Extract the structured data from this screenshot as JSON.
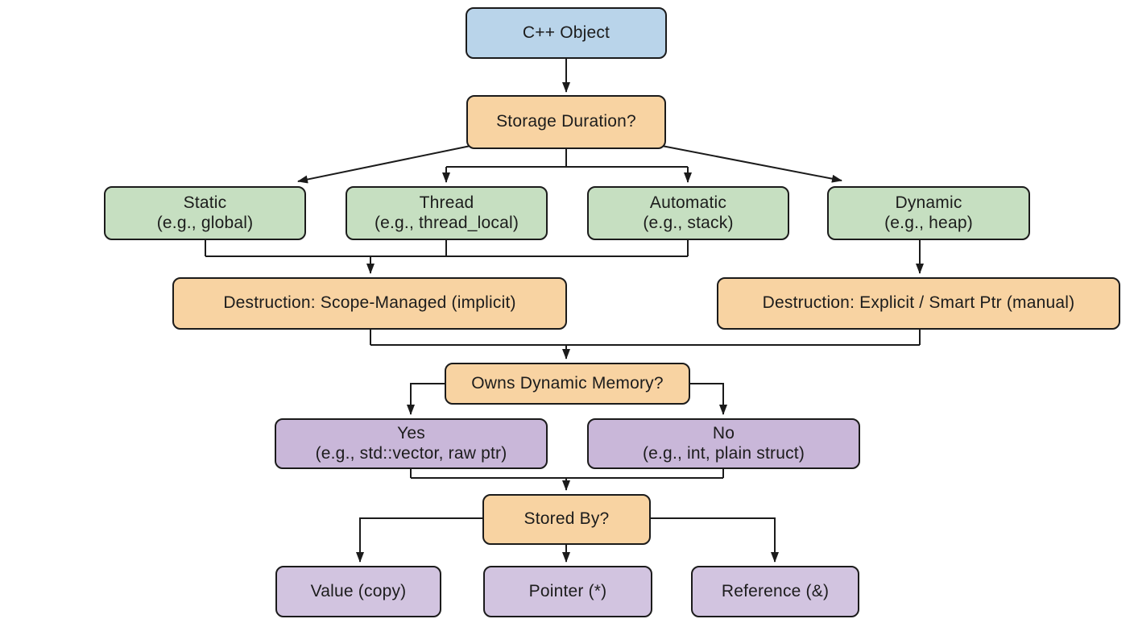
{
  "diagram": {
    "type": "flowchart",
    "topic": "C++ object storage duration, destruction and storage decision tree",
    "colors": {
      "root_fill": "#b9d4ea",
      "decision_fill": "#f8d3a2",
      "storage_fill": "#c6dfc1",
      "ownership_fill": "#c9b7d9",
      "storedby_fill": "#d2c4e0",
      "border": "#1b1b1b",
      "line": "#1b1b1b",
      "background": "#ffffff"
    },
    "nodes": {
      "cpp_object": {
        "label": "C++ Object"
      },
      "storage_duration": {
        "label": "Storage Duration?"
      },
      "static": {
        "title": "Static",
        "subtitle": "(e.g., global)"
      },
      "thread": {
        "title": "Thread",
        "subtitle": "(e.g., thread_local)"
      },
      "automatic": {
        "title": "Automatic",
        "subtitle": "(e.g., stack)"
      },
      "dynamic": {
        "title": "Dynamic",
        "subtitle": "(e.g., heap)"
      },
      "destruction_scope": {
        "label": "Destruction: Scope-Managed (implicit)"
      },
      "destruction_explicit": {
        "label": "Destruction: Explicit / Smart Ptr (manual)"
      },
      "owns_dynamic_memory": {
        "label": "Owns Dynamic Memory?"
      },
      "yes": {
        "title": "Yes",
        "subtitle": "(e.g., std::vector, raw ptr)"
      },
      "no": {
        "title": "No",
        "subtitle": "(e.g., int, plain struct)"
      },
      "stored_by": {
        "label": "Stored By?"
      },
      "value": {
        "label": "Value (copy)"
      },
      "pointer": {
        "label": "Pointer (*)"
      },
      "reference": {
        "label": "Reference (&)"
      }
    },
    "edges": [
      {
        "from": "cpp_object",
        "to": "storage_duration"
      },
      {
        "from": "storage_duration",
        "to": "static"
      },
      {
        "from": "storage_duration",
        "to": "thread"
      },
      {
        "from": "storage_duration",
        "to": "automatic"
      },
      {
        "from": "storage_duration",
        "to": "dynamic"
      },
      {
        "from": "static",
        "to": "destruction_scope"
      },
      {
        "from": "thread",
        "to": "destruction_scope"
      },
      {
        "from": "automatic",
        "to": "destruction_scope"
      },
      {
        "from": "dynamic",
        "to": "destruction_explicit"
      },
      {
        "from": "destruction_scope",
        "to": "owns_dynamic_memory"
      },
      {
        "from": "destruction_explicit",
        "to": "owns_dynamic_memory"
      },
      {
        "from": "owns_dynamic_memory",
        "to": "yes"
      },
      {
        "from": "owns_dynamic_memory",
        "to": "no"
      },
      {
        "from": "yes",
        "to": "stored_by"
      },
      {
        "from": "no",
        "to": "stored_by"
      },
      {
        "from": "stored_by",
        "to": "value"
      },
      {
        "from": "stored_by",
        "to": "pointer"
      },
      {
        "from": "stored_by",
        "to": "reference"
      }
    ]
  }
}
